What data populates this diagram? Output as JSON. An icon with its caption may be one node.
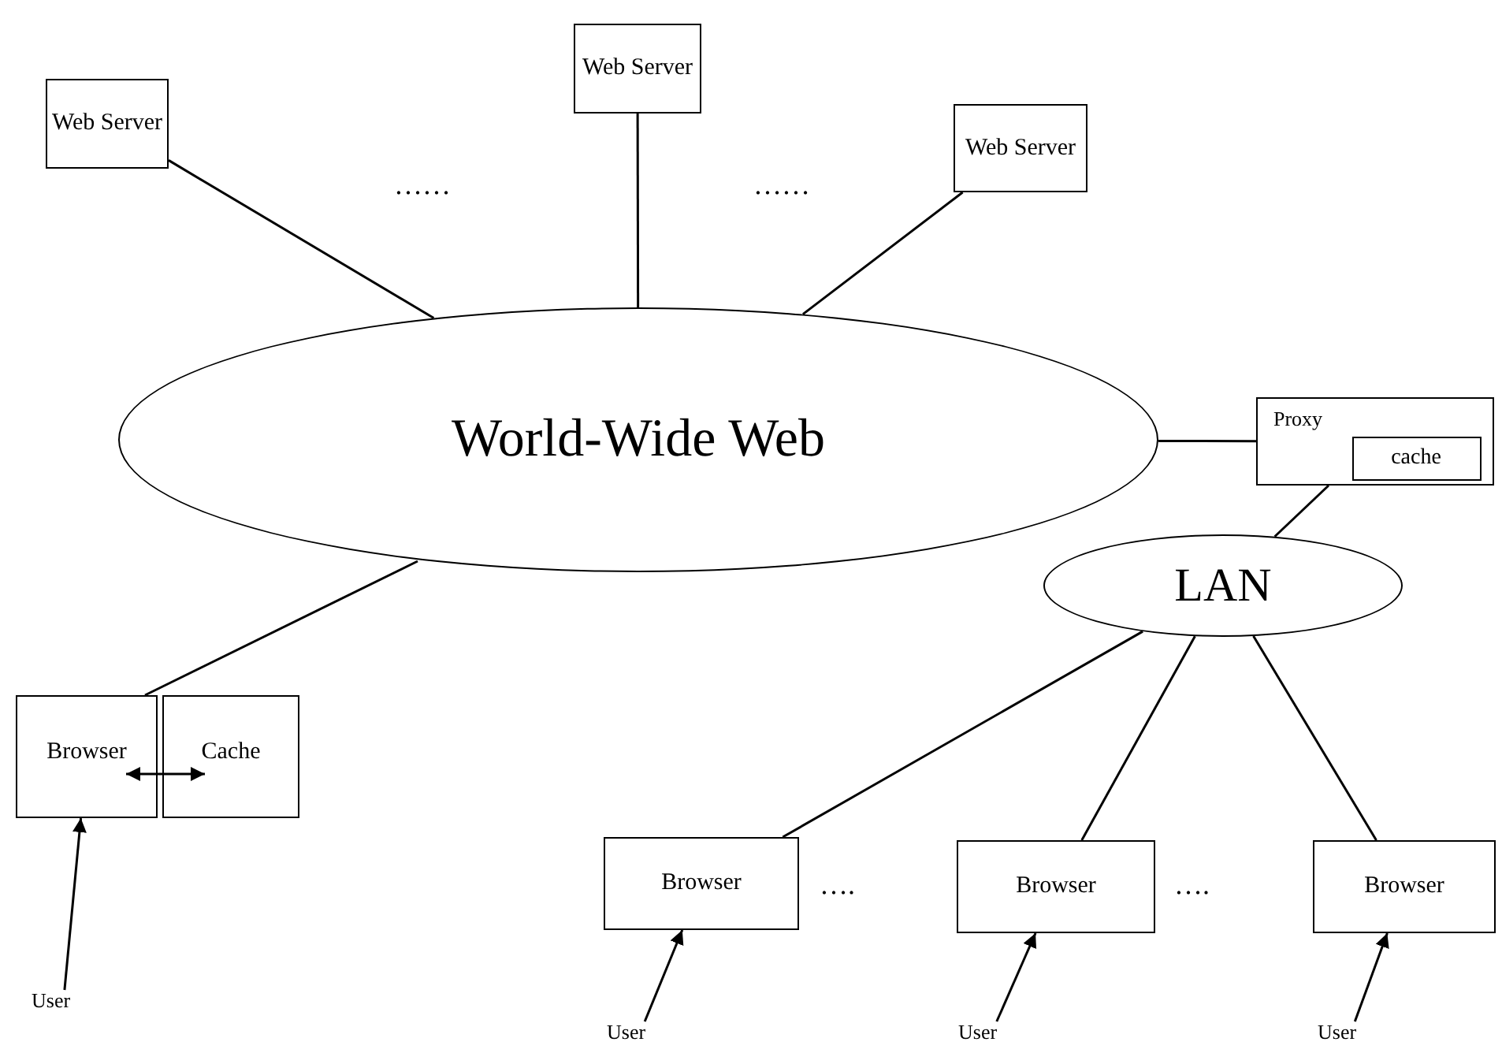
{
  "diagram": {
    "nodes": [
      {
        "text": [
          "Web Server"
        ]
      },
      {
        "text": [
          "Web Server"
        ]
      },
      {
        "text": [
          "Web Server"
        ]
      },
      {
        "text": [
          "World-Wide Web"
        ]
      },
      {
        "text": [
          "Proxy"
        ]
      },
      {
        "text": [
          "cache"
        ],
        "in": 4
      },
      {
        "text": [
          "LAN"
        ]
      },
      {
        "text": [
          "Browser"
        ]
      },
      {
        "text": [
          "Cache"
        ]
      },
      {
        "text": [
          "Browser"
        ]
      },
      {
        "text": [
          "Browser"
        ]
      },
      {
        "text": [
          "Browser"
        ]
      },
      {
        "text": [
          "User"
        ]
      },
      {
        "text": [
          "User"
        ]
      },
      {
        "text": [
          "User"
        ]
      },
      {
        "text": [
          "User"
        ]
      }
    ],
    "edges": [
      {
        "from": 0,
        "to": 3,
        "arrow": "none"
      },
      {
        "from": 1,
        "to": 3,
        "arrow": "none"
      },
      {
        "from": 2,
        "to": 3,
        "arrow": "none"
      },
      {
        "from": 3,
        "to": 4,
        "arrow": "none"
      },
      {
        "from": 3,
        "to": 7,
        "arrow": "none"
      },
      {
        "from": 4,
        "to": 6,
        "arrow": "none"
      },
      {
        "from": 6,
        "to": 9,
        "arrow": "none"
      },
      {
        "from": 6,
        "to": 10,
        "arrow": "none"
      },
      {
        "from": 6,
        "to": 11,
        "arrow": "none"
      },
      {
        "from": 7,
        "to": 8,
        "arrow": "both"
      },
      {
        "from": 12,
        "to": 7,
        "arrow": "to"
      },
      {
        "from": 13,
        "to": 9,
        "arrow": "to"
      },
      {
        "from": 14,
        "to": 10,
        "arrow": "to"
      },
      {
        "from": 15,
        "to": 11,
        "arrow": "to"
      }
    ],
    "labels": [
      "……",
      "……",
      "….",
      "…."
    ]
  }
}
